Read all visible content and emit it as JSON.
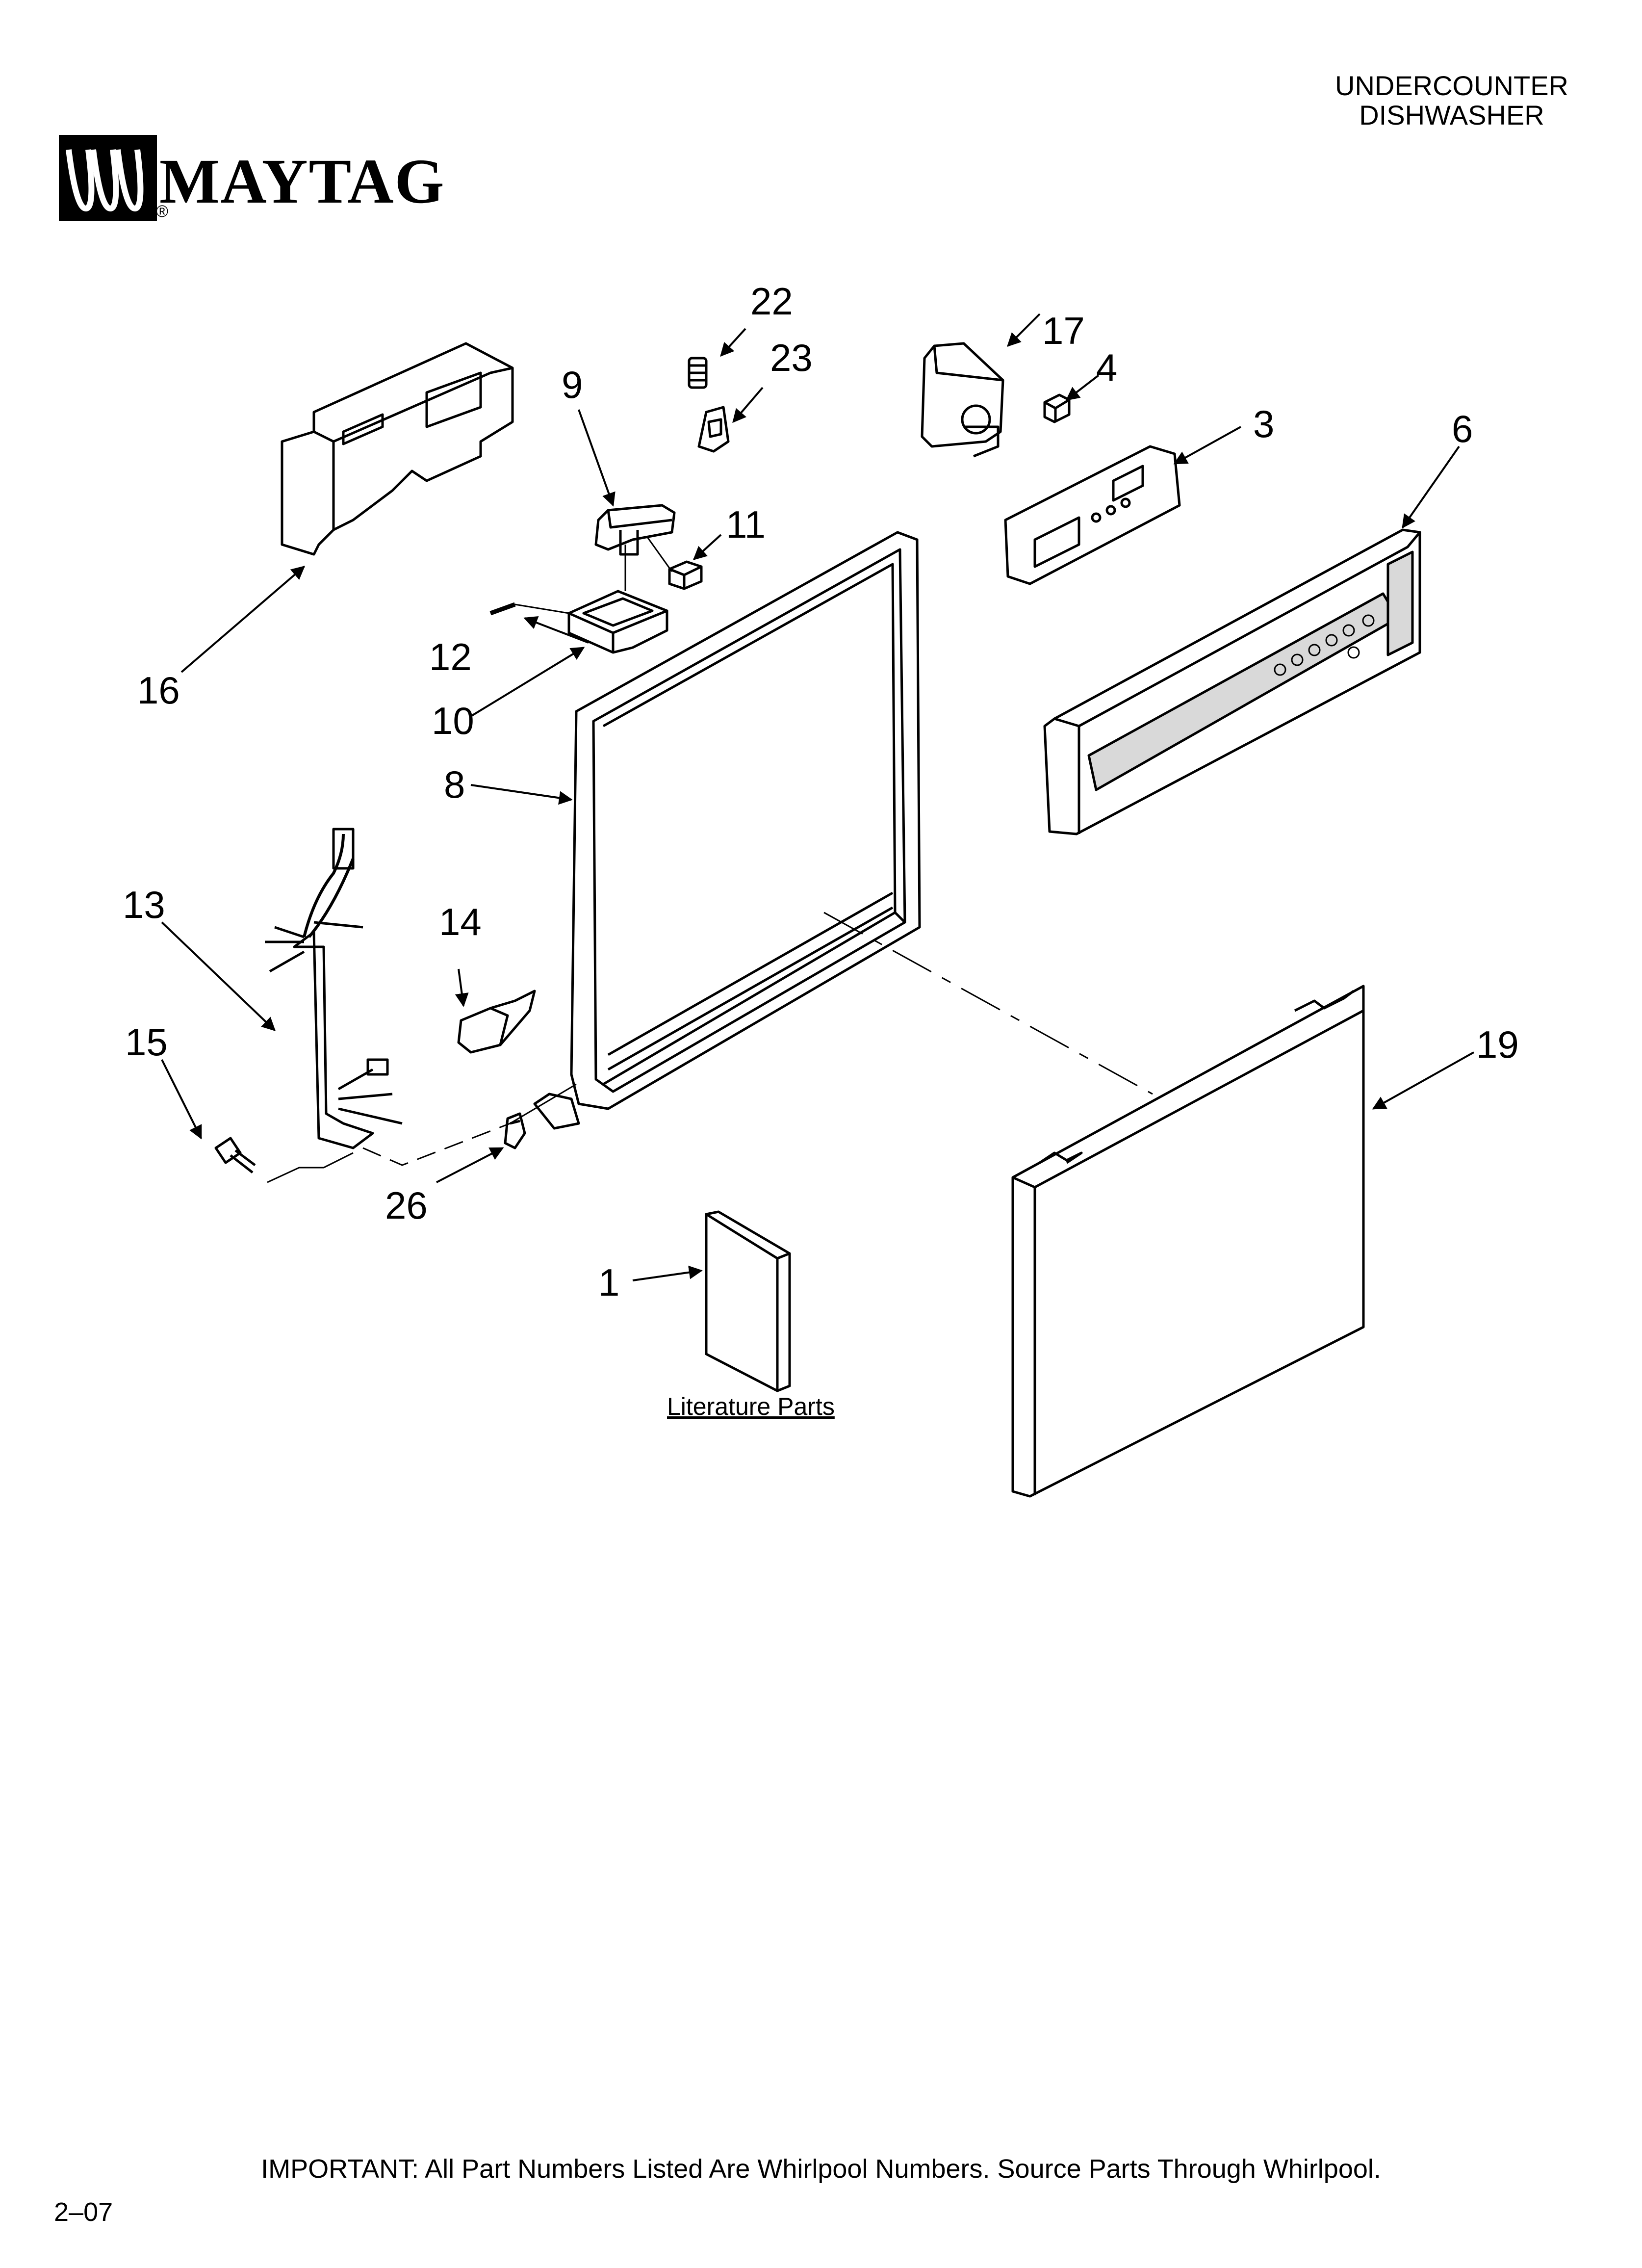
{
  "header": {
    "model_line1": "UNDERCOUNTER",
    "model_line2": "DISHWASHER",
    "brand": "MAYTAG",
    "registered": "®"
  },
  "callouts": {
    "c1": "1",
    "c3": "3",
    "c4": "4",
    "c6": "6",
    "c8": "8",
    "c9": "9",
    "c10": "10",
    "c11": "11",
    "c12": "12",
    "c13": "13",
    "c14": "14",
    "c15": "15",
    "c16": "16",
    "c17": "17",
    "c19": "19",
    "c22": "22",
    "c23": "23",
    "c26": "26"
  },
  "literature_label": "Literature Parts",
  "footer": {
    "notice": "IMPORTANT: All Part Numbers Listed Are Whirlpool Numbers. Source Parts Through Whirlpool.",
    "page_code": "2–07"
  },
  "colors": {
    "ink": "#000000",
    "paper": "#ffffff",
    "panel_gray": "#d9d9d9"
  },
  "icons": {
    "logo": "maytag-wave-logo-icon"
  }
}
